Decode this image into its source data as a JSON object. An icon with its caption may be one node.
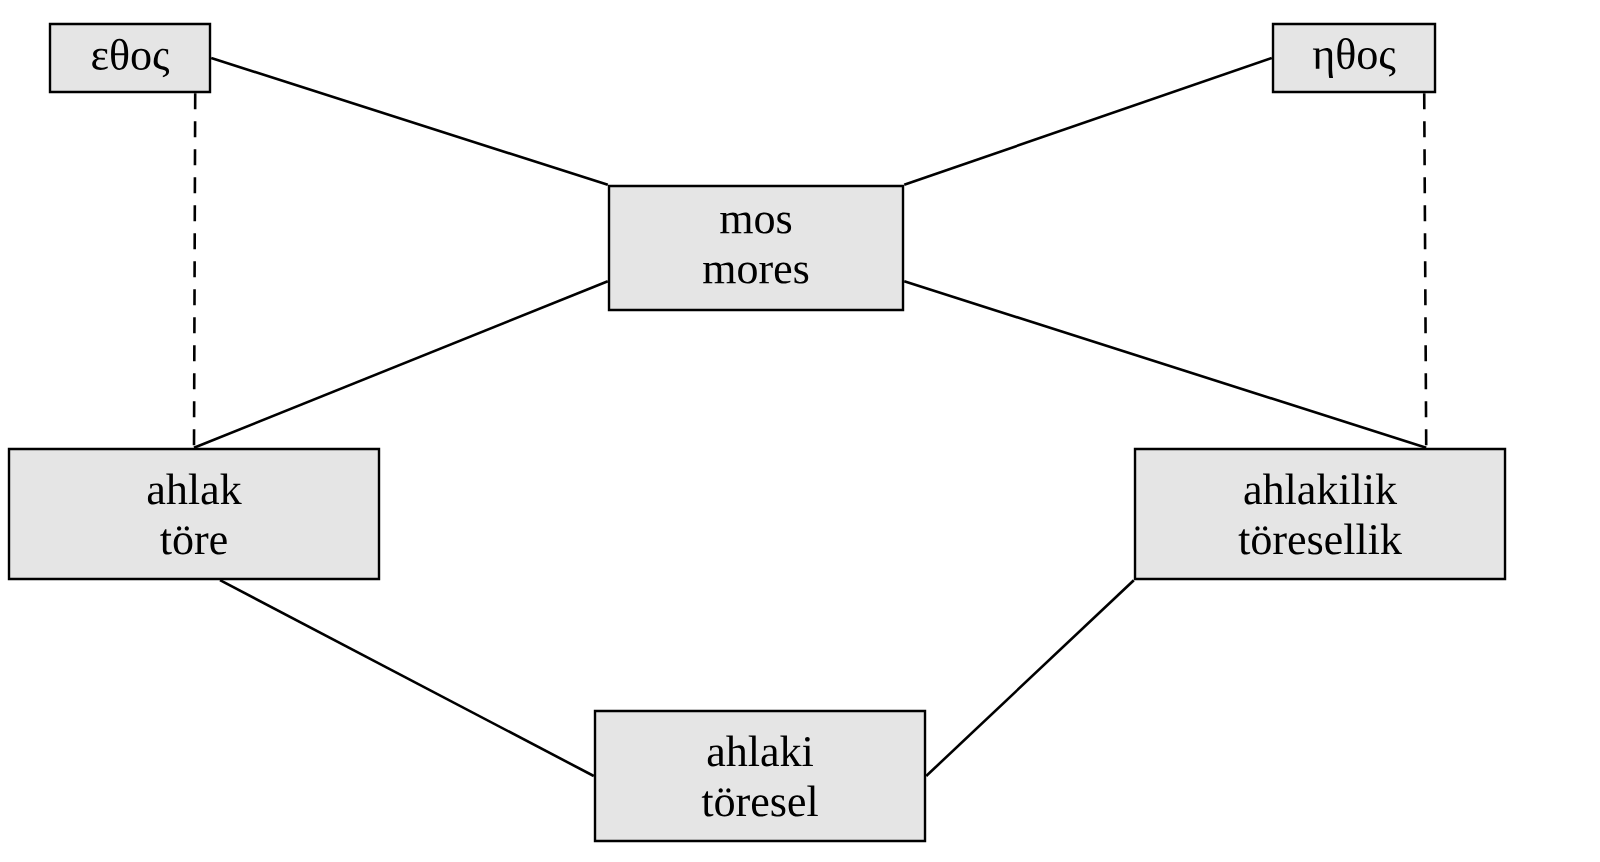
{
  "diagram": {
    "nodes": [
      {
        "text": [
          "εθος"
        ]
      },
      {
        "text": [
          "ηθος"
        ]
      },
      {
        "text": [
          "mos",
          "mores"
        ]
      },
      {
        "text": [
          "ahlak",
          "töre"
        ]
      },
      {
        "text": [
          "ahlakilik",
          "töresellik"
        ]
      },
      {
        "text": [
          "ahlaki",
          "töresel"
        ]
      }
    ],
    "edges": [
      {
        "from": 0,
        "to": 2,
        "arrow": "none"
      },
      {
        "from": 1,
        "to": 2,
        "arrow": "none"
      },
      {
        "from": 0,
        "to": 3,
        "arrow": "none",
        "style": "dashed"
      },
      {
        "from": 1,
        "to": 4,
        "arrow": "none",
        "style": "dashed"
      },
      {
        "from": 2,
        "to": 3,
        "arrow": "none"
      },
      {
        "from": 2,
        "to": 4,
        "arrow": "none"
      },
      {
        "from": 3,
        "to": 5,
        "arrow": "none"
      },
      {
        "from": 4,
        "to": 5,
        "arrow": "none"
      }
    ]
  }
}
